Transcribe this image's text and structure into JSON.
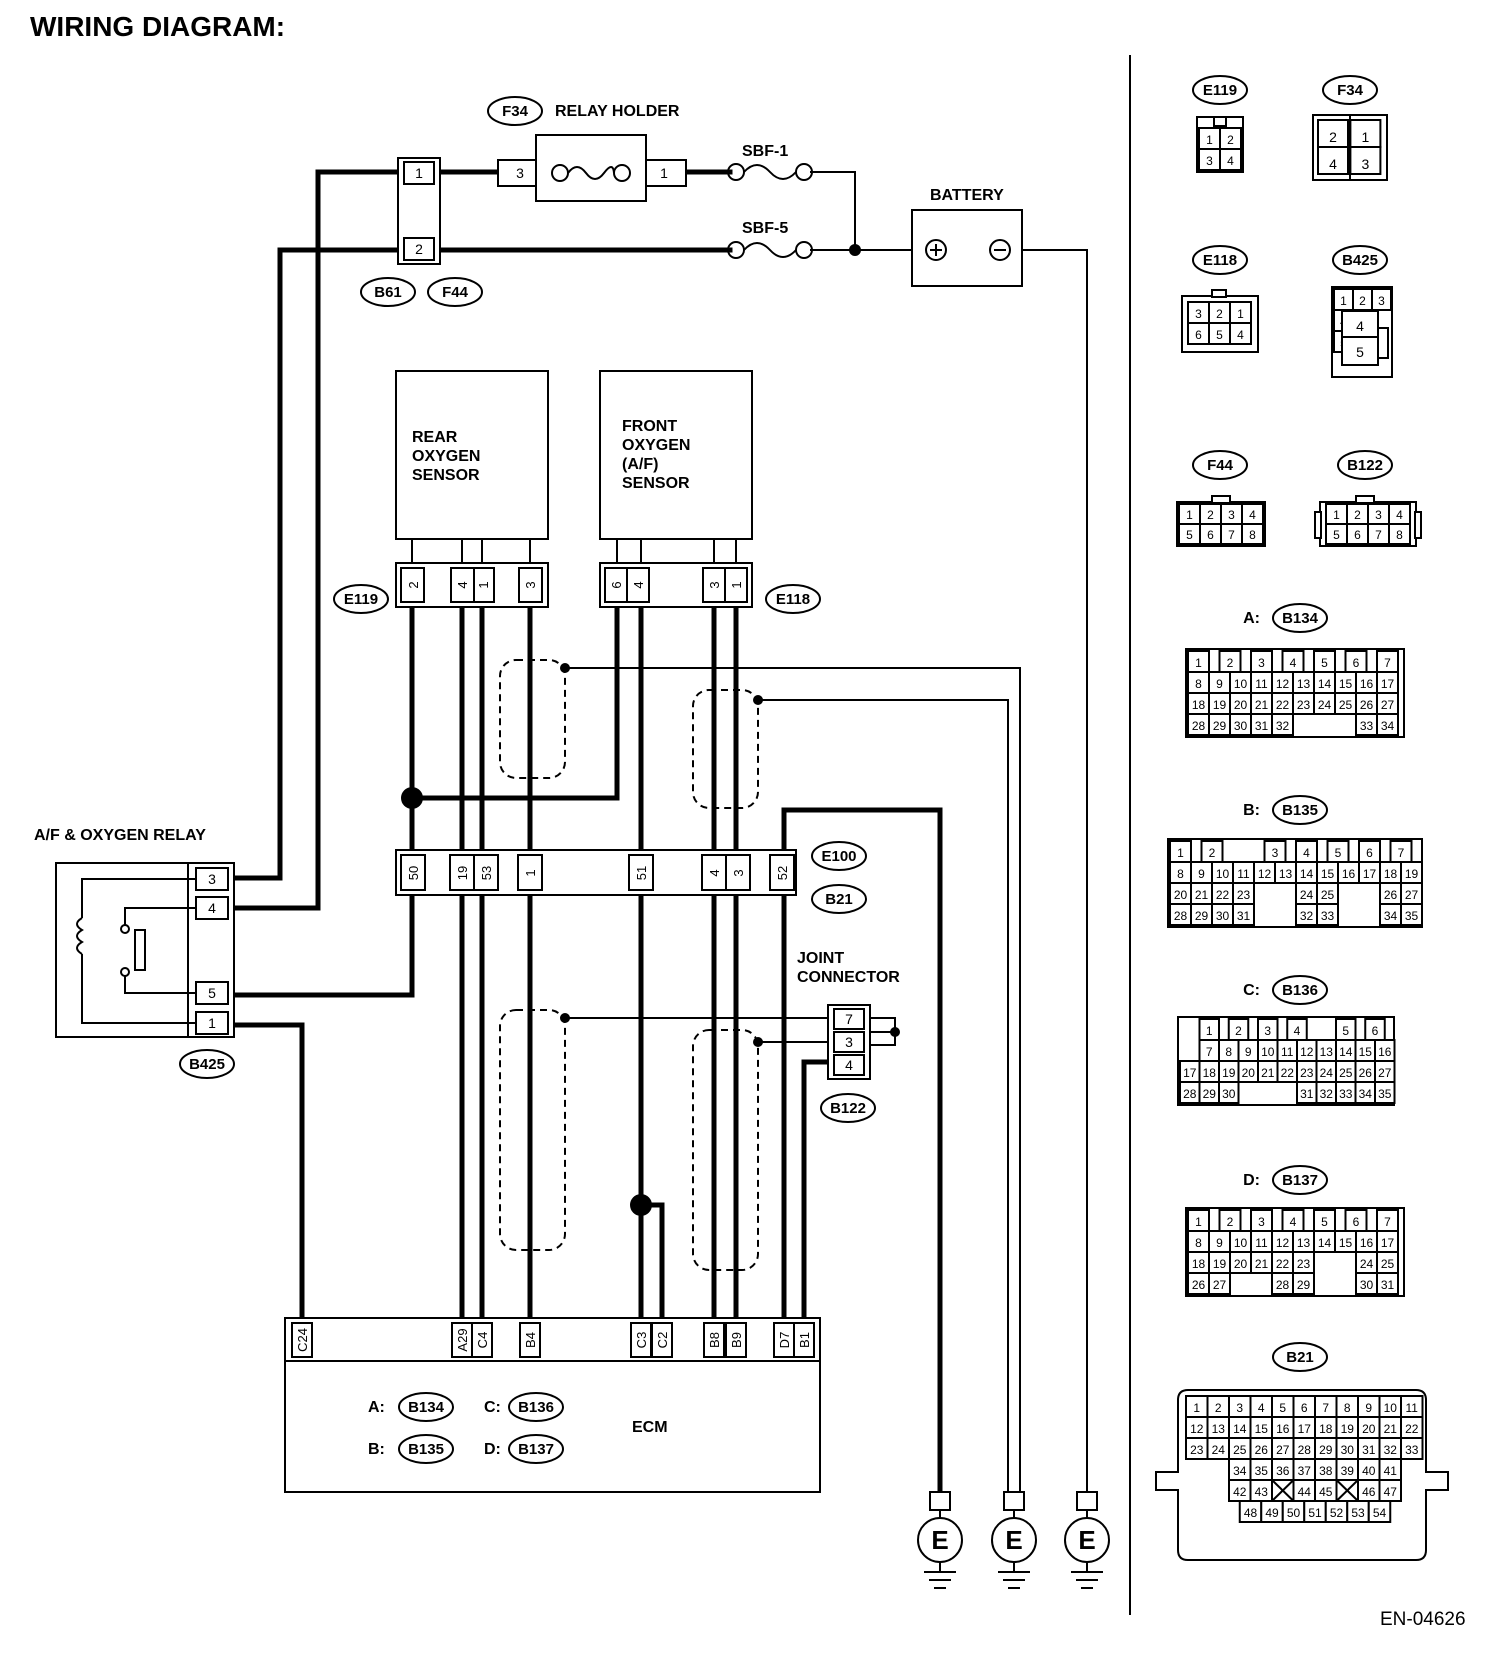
{
  "title": "WIRING DIAGRAM:",
  "figure_code": "EN-04626",
  "components": {
    "relay_holder": "RELAY HOLDER",
    "battery": "BATTERY",
    "fuse_sbf1": "SBF-1",
    "fuse_sbf5": "SBF-5",
    "rear_sensor": [
      "REAR",
      "OXYGEN",
      "SENSOR"
    ],
    "front_sensor": [
      "FRONT",
      "OXYGEN",
      "(A/F)",
      "SENSOR"
    ],
    "relay": "A/F & OXYGEN RELAY",
    "joint_connector": [
      "JOINT",
      "CONNECTOR"
    ],
    "ecm": "ECM",
    "ground": "E"
  },
  "connector_tags": {
    "f34": "F34",
    "b61": "B61",
    "f44": "F44",
    "e119": "E119",
    "e118": "E118",
    "e100": "E100",
    "b21": "B21",
    "b425": "B425",
    "b122": "B122",
    "b134": "B134",
    "b135": "B135",
    "b136": "B136",
    "b137": "B137"
  },
  "ecm_legend": {
    "a": "A:",
    "b": "B:",
    "c": "C:",
    "d": "D:"
  },
  "pins": {
    "relay_holder_3": "3",
    "relay_holder_1": "1",
    "b61_1": "1",
    "b61_2": "2",
    "e119": [
      "2",
      "4",
      "1",
      "3"
    ],
    "e118": [
      "6",
      "4",
      "3",
      "1"
    ],
    "e100": [
      "50",
      "19",
      "53",
      "1",
      "51",
      "4",
      "3",
      "52"
    ],
    "relay": [
      "3",
      "4",
      "5",
      "1"
    ],
    "joint": [
      "7",
      "3",
      "4"
    ],
    "ecm": [
      "C24",
      "A29",
      "C4",
      "B4",
      "C3",
      "C2",
      "B8",
      "B9",
      "D7",
      "B1"
    ]
  },
  "connector_faces": {
    "e119": {
      "tag": "E119",
      "rows": [
        [
          "1",
          "2"
        ],
        [
          "3",
          "4"
        ]
      ]
    },
    "f34": {
      "tag": "F34",
      "rows": [
        [
          "2",
          "1"
        ],
        [
          "4",
          "3"
        ]
      ]
    },
    "e118": {
      "tag": "E118",
      "rows": [
        [
          "3",
          "2",
          "1"
        ],
        [
          "6",
          "5",
          "4"
        ]
      ]
    },
    "b425": {
      "tag": "B425",
      "rows": [
        [
          "1",
          "2",
          "3"
        ],
        [
          "4"
        ],
        [
          "5"
        ]
      ]
    },
    "f44": {
      "tag": "F44",
      "rows": [
        [
          "1",
          "2",
          "3",
          "4"
        ],
        [
          "5",
          "6",
          "7",
          "8"
        ]
      ]
    },
    "b122": {
      "tag": "B122",
      "rows": [
        [
          "1",
          "2",
          "3",
          "4"
        ],
        [
          "5",
          "6",
          "7",
          "8"
        ]
      ]
    },
    "b134": {
      "prefix": "A:",
      "tag": "B134",
      "rows": [
        [
          "1",
          "2",
          "3",
          "4",
          "5",
          "6",
          "7"
        ],
        [
          "8",
          "9",
          "10",
          "11",
          "12",
          "13",
          "14",
          "15",
          "16",
          "17"
        ],
        [
          "18",
          "19",
          "20",
          "21",
          "22",
          "23",
          "24",
          "25",
          "26",
          "27"
        ],
        [
          "28",
          "29",
          "30",
          "31",
          "32",
          "33",
          "34"
        ]
      ]
    },
    "b135": {
      "prefix": "B:",
      "tag": "B135",
      "rows": [
        [
          "1",
          "2",
          "3",
          "4",
          "5",
          "6",
          "7"
        ],
        [
          "8",
          "9",
          "10",
          "11",
          "12",
          "13",
          "14",
          "15",
          "16",
          "17",
          "18",
          "19"
        ],
        [
          "20",
          "21",
          "22",
          "23",
          "24",
          "25",
          "26",
          "27"
        ],
        [
          "28",
          "29",
          "30",
          "31",
          "32",
          "33",
          "34",
          "35"
        ]
      ]
    },
    "b136": {
      "prefix": "C:",
      "tag": "B136",
      "rows": [
        [
          "1",
          "2",
          "3",
          "4",
          "5",
          "6"
        ],
        [
          "7",
          "8",
          "9",
          "10",
          "11",
          "12",
          "13",
          "14",
          "15",
          "16"
        ],
        [
          "17",
          "18",
          "19",
          "20",
          "21",
          "22",
          "23",
          "24",
          "25",
          "26",
          "27"
        ],
        [
          "28",
          "29",
          "30",
          "31",
          "32",
          "33",
          "34",
          "35"
        ]
      ]
    },
    "b137": {
      "prefix": "D:",
      "tag": "B137",
      "rows": [
        [
          "1",
          "2",
          "3",
          "4",
          "5",
          "6",
          "7"
        ],
        [
          "8",
          "9",
          "10",
          "11",
          "12",
          "13",
          "14",
          "15",
          "16",
          "17"
        ],
        [
          "18",
          "19",
          "20",
          "21",
          "22",
          "23",
          "24",
          "25"
        ],
        [
          "26",
          "27",
          "28",
          "29",
          "30",
          "31"
        ]
      ]
    },
    "b21": {
      "tag": "B21",
      "rows": [
        [
          "1",
          "2",
          "3",
          "4",
          "5",
          "6",
          "7",
          "8",
          "9",
          "10",
          "11"
        ],
        [
          "12",
          "13",
          "14",
          "15",
          "16",
          "17",
          "18",
          "19",
          "20",
          "21",
          "22"
        ],
        [
          "23",
          "24",
          "25",
          "26",
          "27",
          "28",
          "29",
          "30",
          "31",
          "32",
          "33"
        ],
        [
          "34",
          "35",
          "36",
          "37",
          "38",
          "39",
          "40",
          "41"
        ],
        [
          "42",
          "43",
          "",
          "44",
          "45",
          "",
          "46",
          "47"
        ],
        [
          "48",
          "49",
          "50",
          "51",
          "52",
          "53",
          "54"
        ]
      ]
    }
  }
}
